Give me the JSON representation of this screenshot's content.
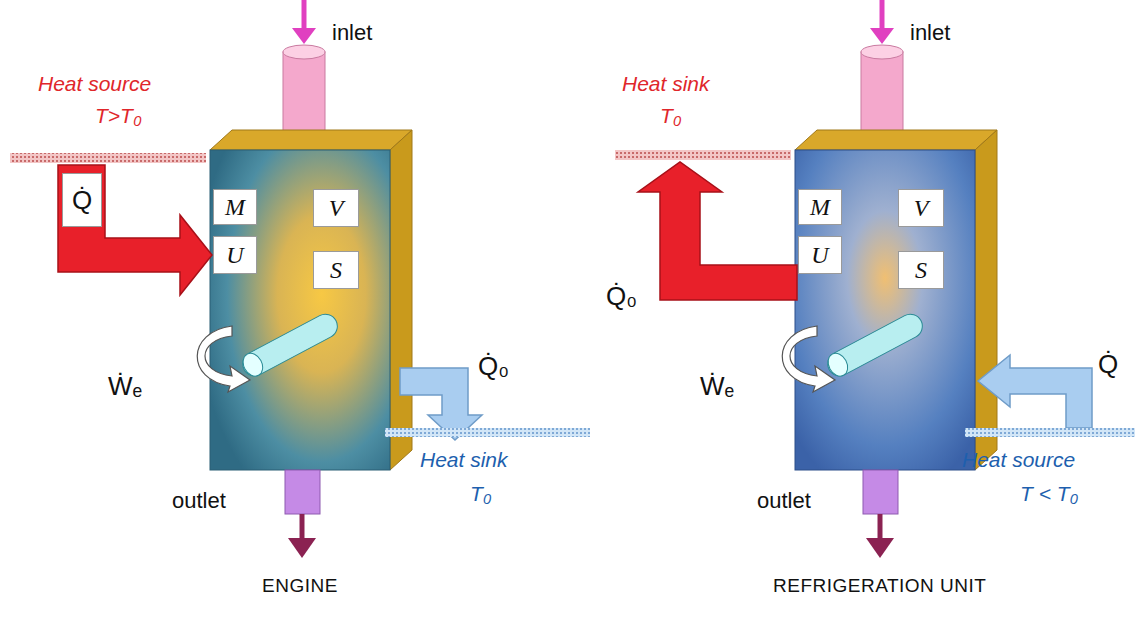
{
  "diagram": {
    "nodes": [
      {
        "text": [
          "Q̇"
        ]
      },
      {
        "text": [
          "M"
        ]
      },
      {
        "text": [
          "V"
        ]
      },
      {
        "text": [
          "U"
        ]
      },
      {
        "text": [
          "S"
        ]
      },
      {
        "text": [
          "M"
        ]
      },
      {
        "text": [
          "V"
        ]
      },
      {
        "text": [
          "U"
        ]
      },
      {
        "text": [
          "S"
        ]
      }
    ],
    "labels": [
      "inlet",
      "Heat source",
      "T>T₀",
      "Ẇₑ",
      "Q̇₀",
      "Heat sink",
      "T₀",
      "outlet",
      "ENGINE",
      "inlet",
      "Heat sink",
      "T₀",
      "Q̇₀",
      "Ẇₑ",
      "Q̇",
      "Heat source",
      "T < T₀",
      "outlet",
      "REFRIGERATION UNIT"
    ]
  }
}
